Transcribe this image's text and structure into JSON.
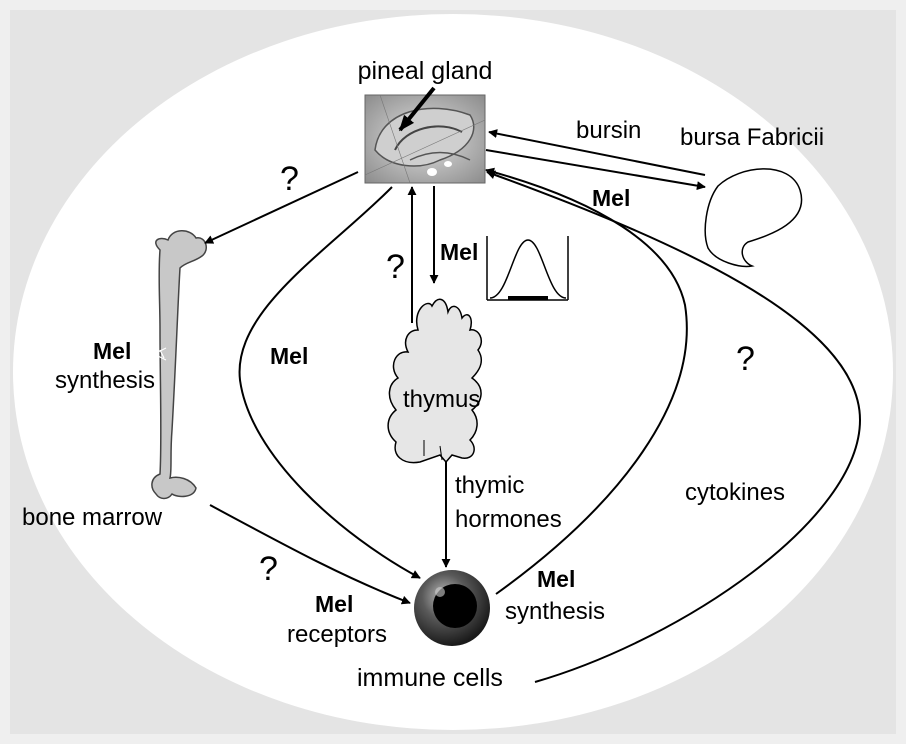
{
  "diagram": {
    "labels": {
      "pineal_gland": "pineal gland",
      "bursin": "bursin",
      "bursa_fabricii": "bursa Fabricii",
      "mel_bursa": "Mel",
      "q_bone": "?",
      "q_thymus": "?",
      "mel_thymus": "Mel",
      "mel_bone": "Mel",
      "synthesis_bone": "synthesis",
      "mel_left_curve": "Mel",
      "thymus": "thymus",
      "q_right": "?",
      "thymic": "thymic",
      "hormones": "hormones",
      "cytokines": "cytokines",
      "bone_marrow": "bone marrow",
      "q_bottom": "?",
      "mel_receptors": "Mel",
      "receptors": "receptors",
      "mel_synthesis_cells": "Mel",
      "synthesis_cells": "synthesis",
      "immune_cells": "immune cells"
    },
    "colors": {
      "page_background": "#efefef",
      "oval": "#ffffff",
      "organ_fill": "#e6e6e6",
      "bone_fill": "#c8c8c8",
      "stroke": "#000000"
    },
    "icons": [
      "brain-image",
      "bone-shape",
      "thymus-shape",
      "bursa-shape",
      "immune-cell-image",
      "melatonin-rhythm-chart"
    ]
  }
}
